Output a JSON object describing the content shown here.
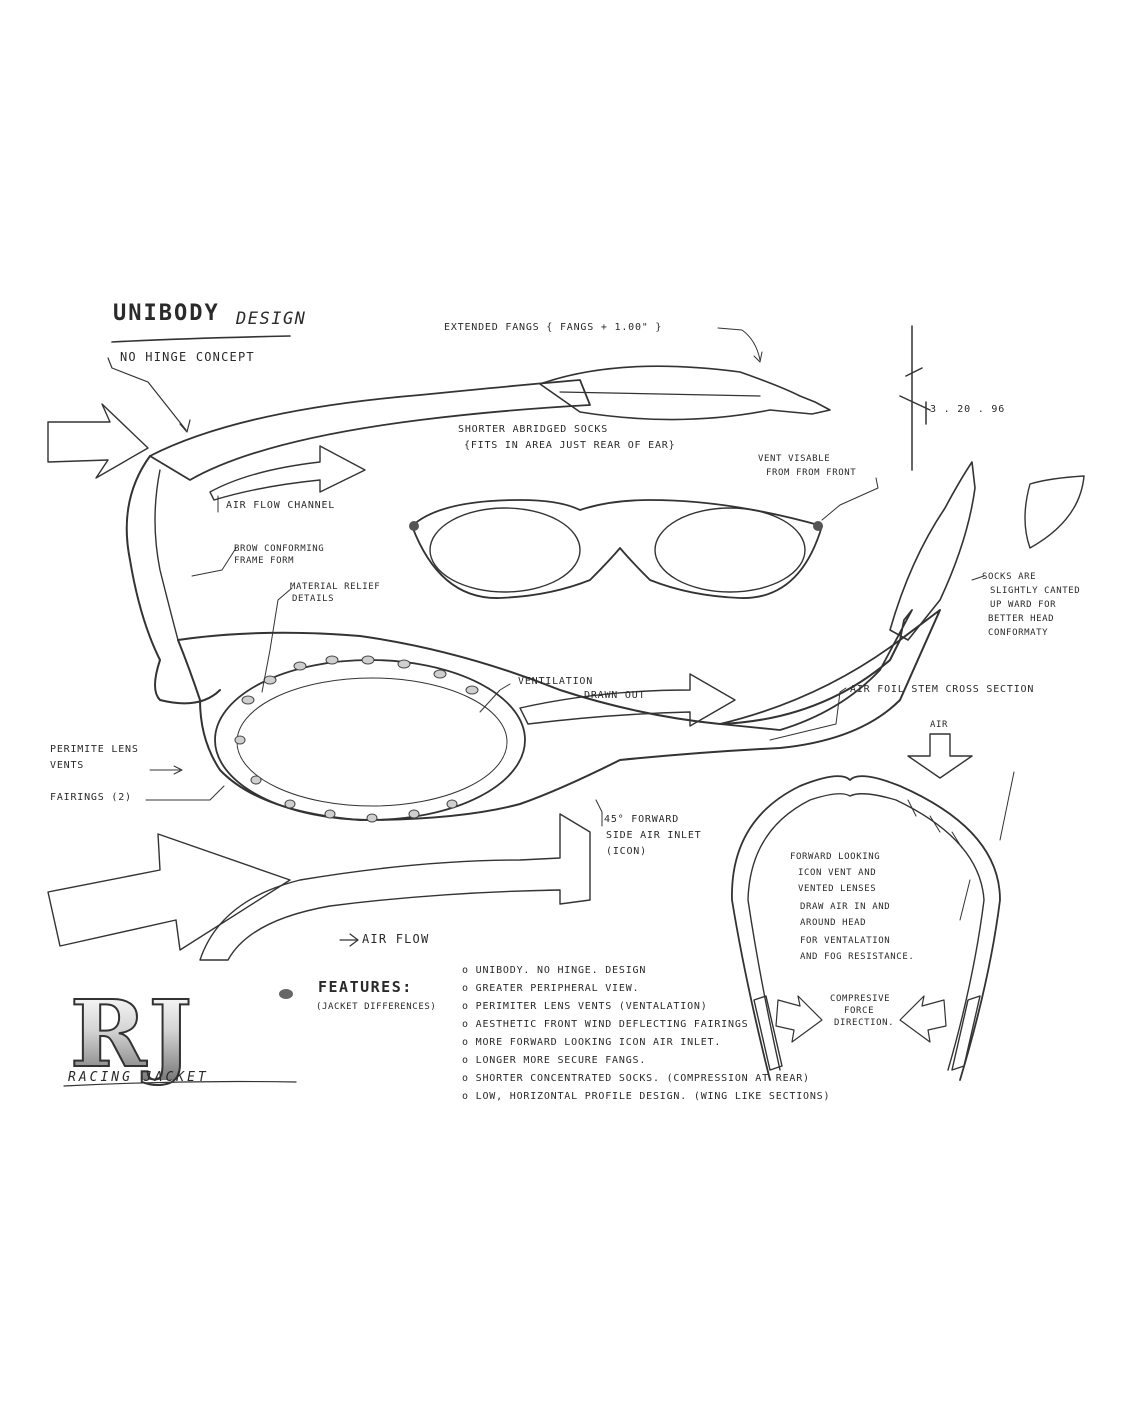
{
  "header": {
    "title_main": "UNIBODY",
    "title_sub": "DESIGN",
    "concept": "NO HINGE CONCEPT",
    "date": "3 . 20 . 96"
  },
  "annotations": {
    "extended_fangs": "EXTENDED FANGS { FANGS + 1.00\" }",
    "shorter_socks_1": "SHORTER ABRIDGED SOCKS",
    "shorter_socks_2": "{FITS IN AREA JUST REAR OF EAR}",
    "vent_visable_1": "VENT VISABLE",
    "vent_visable_2": "FROM FROM FRONT",
    "air_flow_channel": "AIR FLOW CHANNEL",
    "brow_1": "BROW CONFORMING",
    "brow_2": "FRAME FORM",
    "material_1": "MATERIAL RELIEF",
    "material_2": "DETAILS",
    "socks_canted_1": "SOCKS ARE",
    "socks_canted_2": "SLIGHTLY CANTED",
    "socks_canted_3": "UP WARD FOR",
    "socks_canted_4": "BETTER HEAD",
    "socks_canted_5": "CONFORMATY",
    "ventilation_1": "VENTILATION",
    "ventilation_2": "DRAWN OUT",
    "air_foil": "AIR FOIL STEM CROSS SECTION",
    "air_label": "AIR",
    "perimite_1": "PERIMITE LENS",
    "perimite_2": "VENTS",
    "fairings": "FAIRINGS (2)",
    "side_inlet_1": "45° FORWARD",
    "side_inlet_2": "SIDE AIR INLET",
    "side_inlet_3": "(ICON)",
    "forward_1": "FORWARD LOOKING",
    "forward_2": "ICON VENT AND",
    "forward_3": "VENTED LENSES",
    "forward_4": "DRAW AIR IN AND",
    "forward_5": "AROUND HEAD",
    "forward_6": "FOR VENTALATION",
    "forward_7": "AND FOG RESISTANCE.",
    "air_flow": "AIR FLOW",
    "compresive_1": "COMPRESIVE",
    "compresive_2": "FORCE",
    "compresive_3": "DIRECTION."
  },
  "features": {
    "title": "FEATURES:",
    "subtitle": "(JACKET DIFFERENCES)",
    "items": [
      "o UNIBODY. NO HINGE. DESIGN",
      "o GREATER PERIPHERAL VIEW.",
      "o PERIMITER LENS VENTS (VENTALATION)",
      "o AESTHETIC FRONT WIND DEFLECTING FAIRINGS",
      "o MORE FORWARD LOOKING ICON AIR INLET.",
      "o LONGER MORE SECURE FANGS.",
      "o SHORTER CONCENTRATED SOCKS. (COMPRESSION AT REAR)",
      "o LOW, HORIZONTAL PROFILE DESIGN. (WING LIKE SECTIONS)"
    ]
  },
  "brand": {
    "logo": "RJ",
    "tagline": "RACING JACKET"
  }
}
